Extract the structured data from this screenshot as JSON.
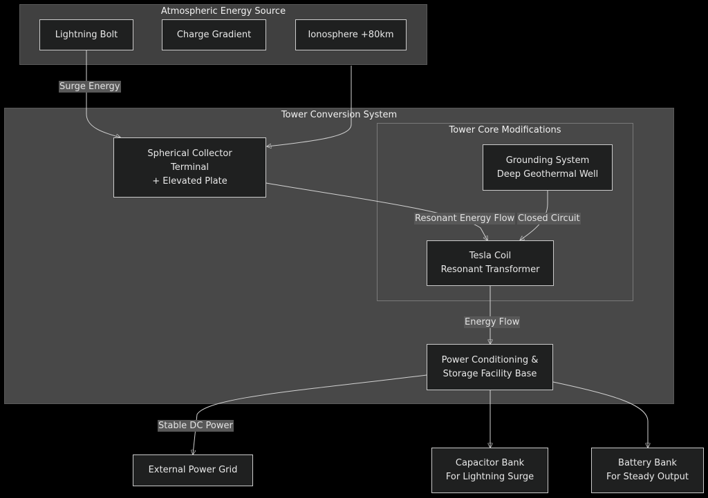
{
  "clusters": {
    "source": {
      "title": "Atmospheric Energy Source",
      "fill": "#404040",
      "border": "#5a5a5a"
    },
    "tower": {
      "title": "Tower Conversion System",
      "fill": "#484848",
      "border": "#5a5a5a"
    },
    "core": {
      "title": "Tower Core Modifications",
      "fill": "#484848",
      "border": "#7a7a7a"
    }
  },
  "nodes": {
    "lightning_bolt": {
      "lines": [
        "Lightning Bolt"
      ]
    },
    "charge_gradient": {
      "lines": [
        "Charge Gradient"
      ]
    },
    "ionosphere": {
      "lines": [
        "Ionosphere +80km"
      ]
    },
    "spherical_collector": {
      "lines": [
        "Spherical Collector",
        "Terminal",
        "+ Elevated Plate"
      ]
    },
    "grounding_system": {
      "lines": [
        "Grounding System",
        "Deep Geothermal Well"
      ]
    },
    "tesla_coil": {
      "lines": [
        "Tesla Coil",
        "Resonant Transformer"
      ]
    },
    "power_conditioning": {
      "lines": [
        "Power Conditioning &",
        "Storage Facility Base"
      ]
    },
    "external_grid": {
      "lines": [
        "External Power Grid"
      ]
    },
    "capacitor_bank": {
      "lines": [
        "Capacitor Bank",
        "For Lightning Surge"
      ]
    },
    "battery_bank": {
      "lines": [
        "Battery Bank",
        "For Steady Output"
      ]
    }
  },
  "edge_labels": {
    "surge_energy": "Surge Energy",
    "resonant_energy_flow": "Resonant Energy Flow",
    "closed_circuit": "Closed Circuit",
    "energy_flow": "Energy Flow",
    "stable_dc_power": "Stable DC Power"
  },
  "colors": {
    "background": "#000000",
    "node_fill": "#1f2020",
    "node_border": "#cccccc",
    "edge": "#d3d3d3",
    "label_bg": "#585858"
  }
}
